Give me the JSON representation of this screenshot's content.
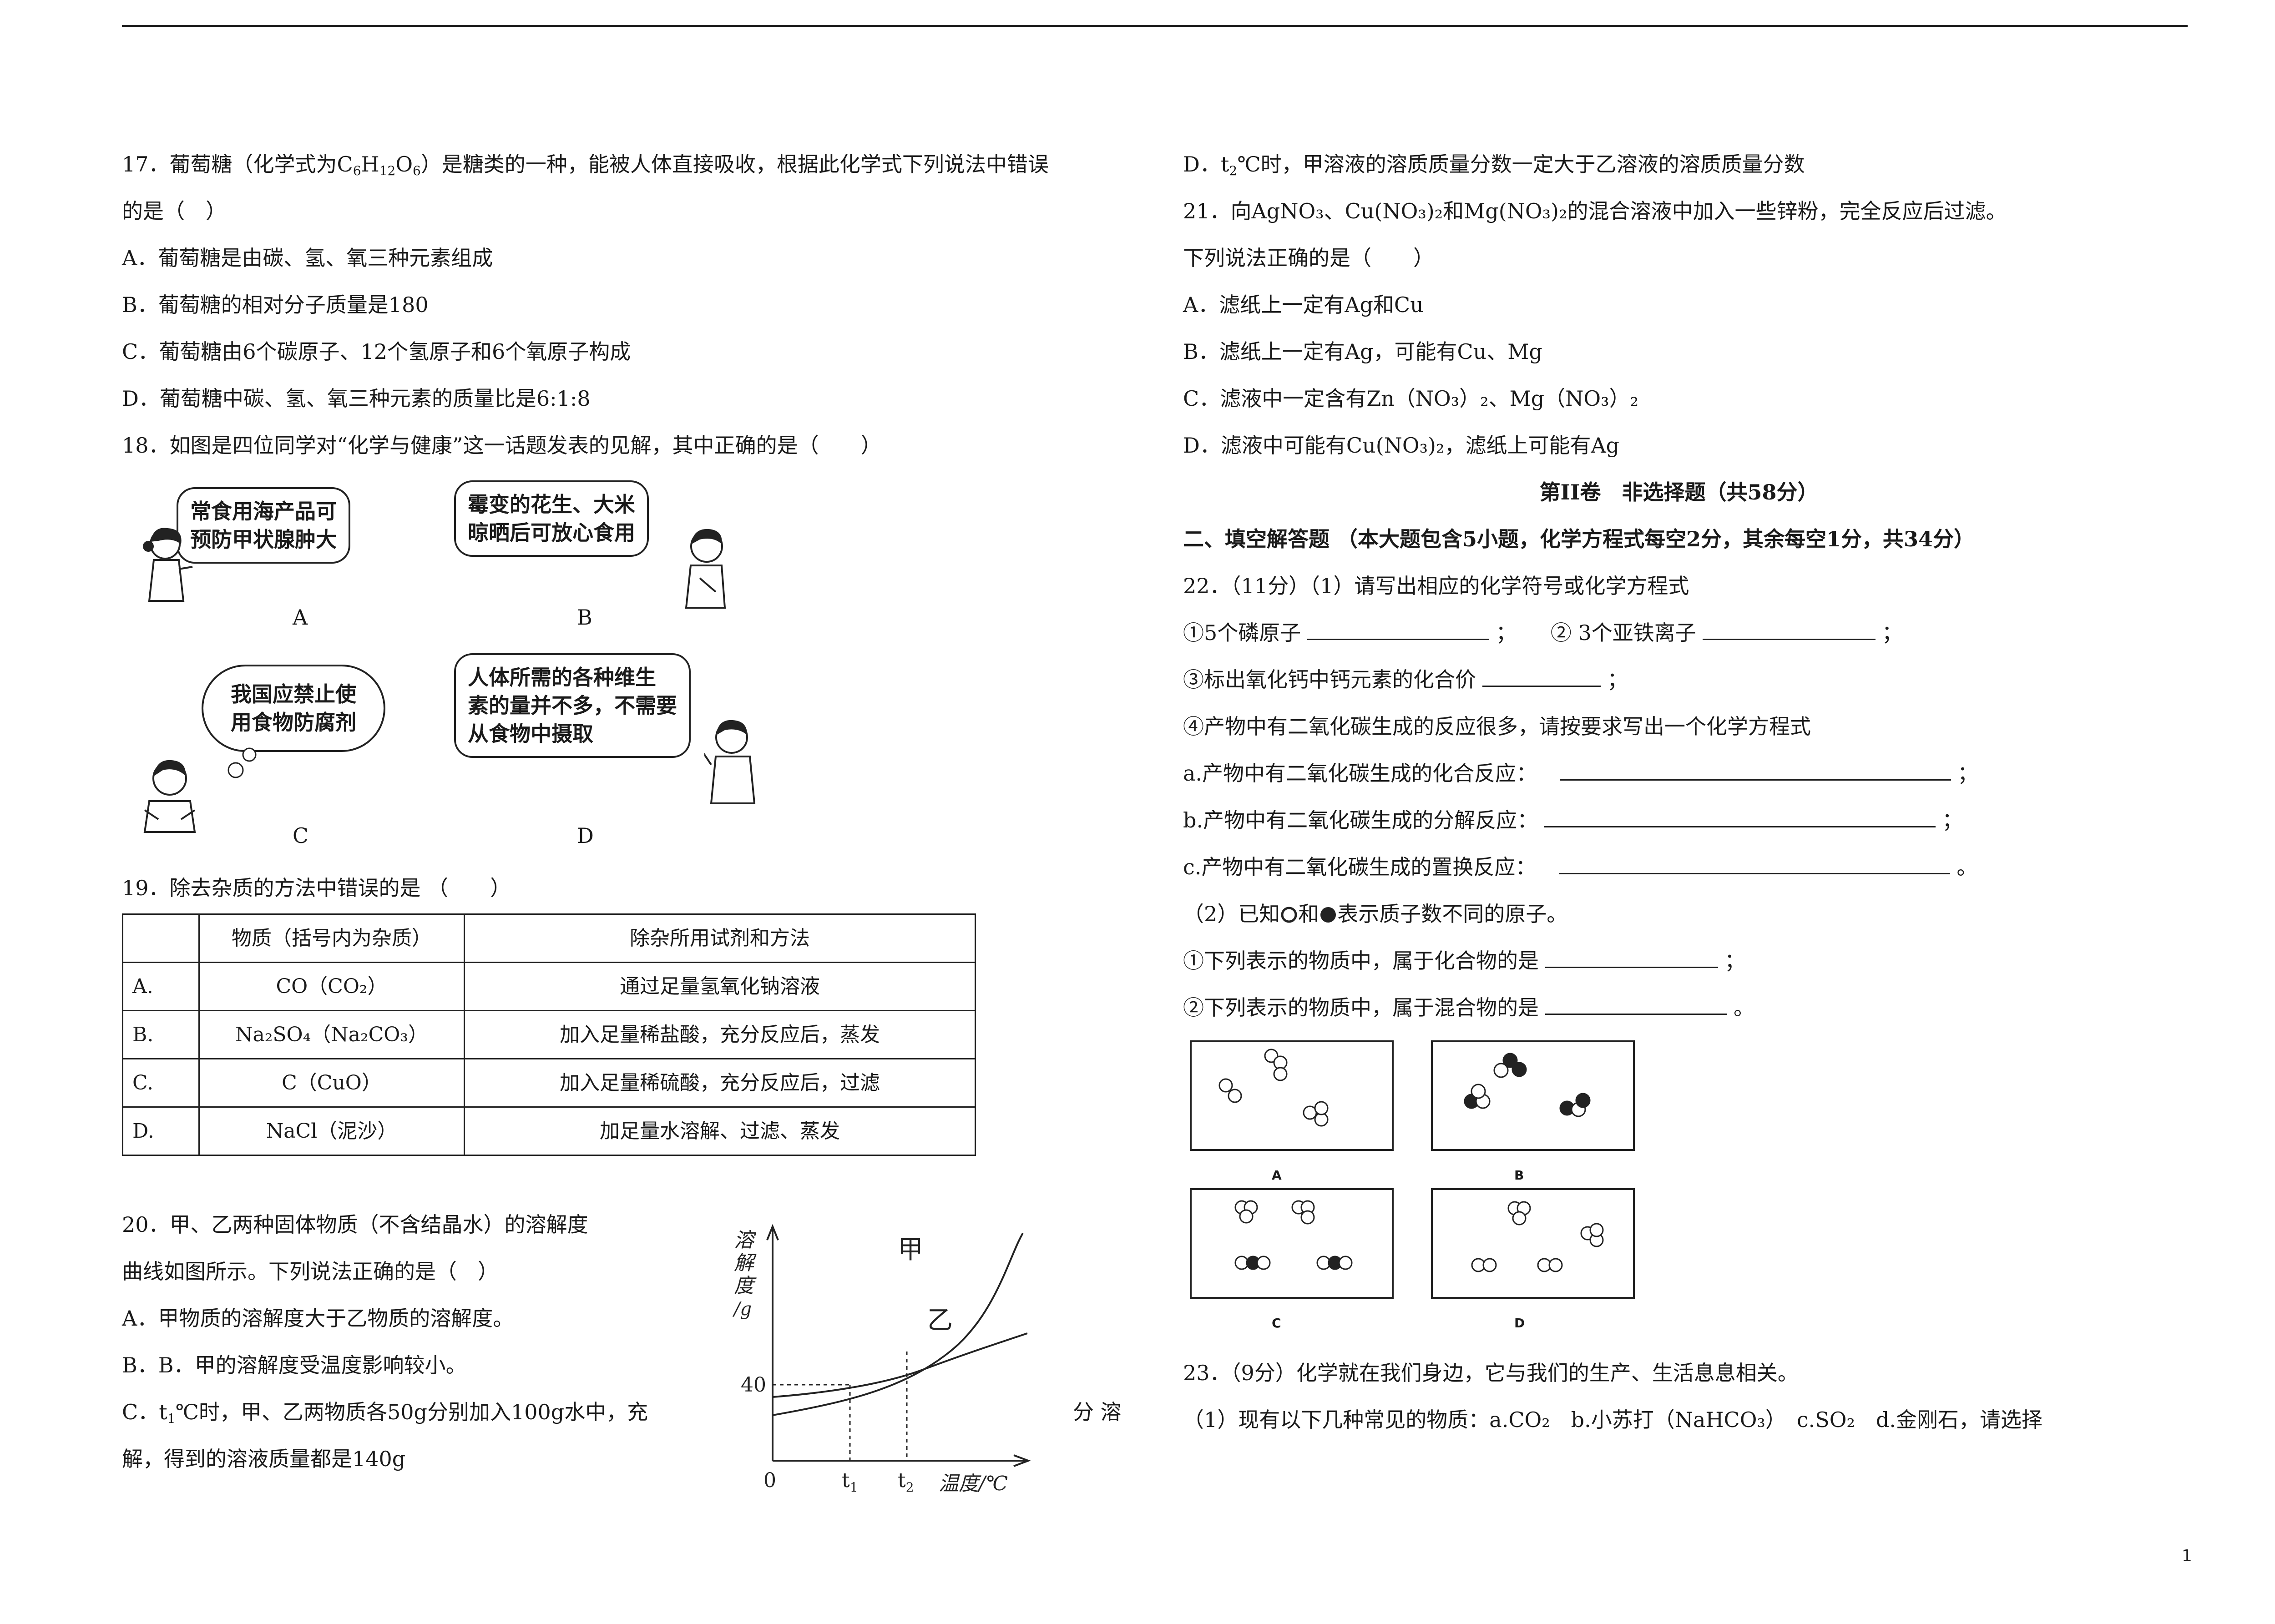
{
  "page_number": "1",
  "q17": {
    "stem_pre": "17．葡萄糖（化学式为C",
    "stem_s1": "6",
    "stem_h": "H",
    "stem_s2": "12",
    "stem_o": "O",
    "stem_s3": "6",
    "stem_post": "）是糖类的一种，能被人体直接吸收，根据此化学式下列说法中错误",
    "stem_line2": "的是（　）",
    "options": [
      "A．葡萄糖是由碳、氢、氧三种元素组成",
      "B．葡萄糖的相对分子质量是180",
      "C．葡萄糖由6个碳原子、12个氢原子和6个氧原子构成",
      "D．葡萄糖中碳、氢、氧三种元素的质量比是6:1:8"
    ]
  },
  "q18": {
    "stem": "18．如图是四位同学对“化学与健康”这一话题发表的见解，其中正确的是（　　）",
    "bubbles": [
      {
        "label": "A",
        "lines": [
          "常食用海产品可",
          "预防甲状腺肿大"
        ]
      },
      {
        "label": "B",
        "lines": [
          "霉变的花生、大米",
          "晾晒后可放心食用"
        ]
      },
      {
        "label": "C",
        "lines": [
          "我国应禁止使",
          "用食物防腐剂"
        ]
      },
      {
        "label": "D",
        "lines": [
          "人体所需的各种维生",
          "素的量并不多，不需要",
          "从食物中摄取"
        ]
      }
    ]
  },
  "q19": {
    "stem": "19．除去杂质的方法中错误的是 （　　）",
    "headers": [
      "",
      "物质（括号内为杂质）",
      "除杂所用试剂和方法"
    ],
    "rows": [
      {
        "label": "A.",
        "substance": "CO（CO₂）",
        "method": "通过足量氢氧化钠溶液"
      },
      {
        "label": "B.",
        "substance": "Na₂SO₄（Na₂CO₃）",
        "method": "加入足量稀盐酸，充分反应后，蒸发"
      },
      {
        "label": "C.",
        "substance": "C（CuO）",
        "method": "加入足量稀硫酸，充分反应后，过滤"
      },
      {
        "label": "D.",
        "substance": "NaCl（泥沙）",
        "method": "加足量水溶解、过滤、蒸发"
      }
    ]
  },
  "q20": {
    "stem_line1": "20．甲、乙两种固体物质（不含结晶水）的溶解度",
    "stem_line2": "曲线如图所示。下列说法正确的是（　）",
    "option_a": "A．甲物质的溶解度大于乙物质的溶解度。",
    "option_b": "B．B．甲的溶解度受温度影响较小。",
    "option_c_pre": "C．t",
    "option_c_sub": "1",
    "option_c_post": "℃时，甲、乙两物质各50g分别加入100g水中，充",
    "option_c_right": "分 溶",
    "option_c_line2": "解，得到的溶液质量都是140g",
    "option_d_pre": "D．t",
    "option_d_sub": "2",
    "option_d_post": "℃时，甲溶液的溶质质量分数一定大于乙溶液的溶质质量分数",
    "graph": {
      "ylabel": [
        "溶",
        "解",
        "度",
        "/g"
      ],
      "xlabel": "温度/℃",
      "origin": "0",
      "y_tick": "40",
      "t1": "t",
      "t1_sub": "1",
      "t2": "t",
      "t2_sub": "2",
      "series_jia": "甲",
      "series_yi": "乙"
    }
  },
  "q21": {
    "stem": "21．向AgNO₃、Cu(NO₃)₂和Mg(NO₃)₂的混合溶液中加入一些锌粉，完全反应后过滤。",
    "stem_line2": "下列说法正确的是（　　）",
    "options": [
      "A．滤纸上一定有Ag和Cu",
      "B．滤纸上一定有Ag，可能有Cu、Mg",
      "C．滤液中一定含有Zn（NO₃）₂、Mg（NO₃）₂",
      "D．滤液中可能有Cu(NO₃)₂，滤纸上可能有Ag"
    ]
  },
  "part2": {
    "title": "第II卷　非选择题（共58分）",
    "section": "二、填空解答题 （本大题包含5小题，化学方程式每空2分，其余每空1分，共34分）"
  },
  "q22": {
    "stem": "22．（11分）（1）请写出相应的化学符号或化学方程式",
    "item1": "①5个磷原子",
    "item1_sep": "；",
    "item2": "② 3个亚铁离子",
    "item2_end": "；",
    "item3": "③标出氧化钙中钙元素的化合价",
    "item3_end": "；",
    "item4": "④产物中有二氧化碳生成的反应很多，请按要求写出一个化学方程式",
    "item_a": "a.产物中有二氧化碳生成的化合反应：",
    "item_a_end": "；",
    "item_b": "b.产物中有二氧化碳生成的分解反应：",
    "item_b_end": "；",
    "item_c": "c.产物中有二氧化碳生成的置换反应：",
    "item_c_end": "。",
    "part2_pre": "（2）已知",
    "part2_and": "和",
    "part2_post": "表示质子数不同的原子。",
    "q_compound": "①下列表示的物质中，属于化合物的是",
    "q_compound_end": "；",
    "q_mixture": "②下列表示的物质中，属于混合物的是",
    "q_mixture_end": "。",
    "box_labels": [
      "A",
      "B",
      "C",
      "D"
    ]
  },
  "q23": {
    "stem": "23．（9分）化学就在我们身边，它与我们的生产、生活息息相关。",
    "line2": "（1）现有以下几种常见的物质：a.CO₂　b.小苏打（NaHCO₃）　c.SO₂　d.金刚石，请选择"
  }
}
